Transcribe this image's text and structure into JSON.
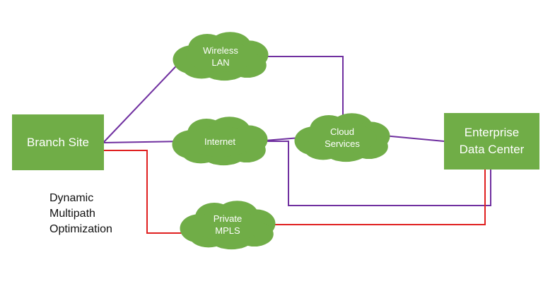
{
  "colors": {
    "box_fill": "#70ad47",
    "cloud_fill": "#70ad47",
    "purple_link": "#7030a0",
    "red_link": "#e02020",
    "label_text": "#ffffff"
  },
  "nodes": {
    "branch_site": "Branch Site",
    "enterprise_dc": "Enterprise\nData Center",
    "wireless_lan": "Wireless\nLAN",
    "internet": "Internet",
    "cloud_services": "Cloud\nServices",
    "private_mpls": "Private\nMPLS"
  },
  "caption": "Dynamic\nMultipath\nOptimization"
}
